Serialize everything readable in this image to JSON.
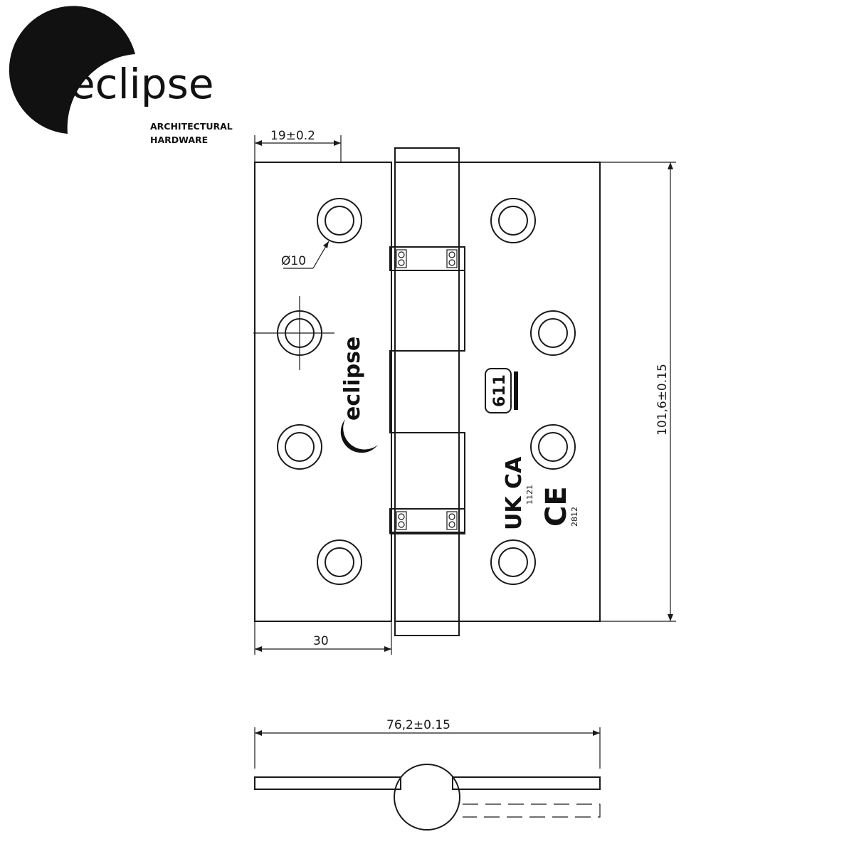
{
  "brand": {
    "name": "eclipse",
    "tagline_1": "ARCHITECTURAL",
    "tagline_2": "HARDWARE"
  },
  "dimensions": {
    "leaf_offset": "19±0.2",
    "hole_diameter": "Ø10",
    "leaf_width": "30",
    "height": "101,6±0.15",
    "overall_width": "76,2±0.15"
  },
  "markings": {
    "stamp_logo": "eclipse",
    "grade_code": "611",
    "ukca_code": "1121",
    "ce_code": "2812",
    "ukca_mark": "UK CA",
    "ce_mark": "CE"
  }
}
